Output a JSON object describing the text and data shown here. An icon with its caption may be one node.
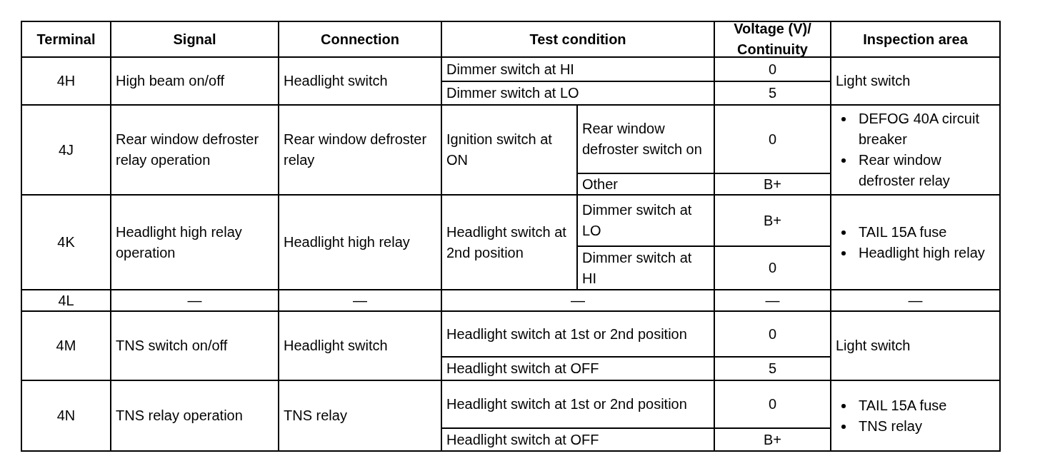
{
  "diagram": {
    "labels": [
      "Terminal",
      "Signal",
      "Connection",
      "Test condition",
      "Voltage (V)/ Continuity",
      "Inspection area",
      "4H",
      "High beam on/off",
      "Headlight switch",
      "Dimmer switch at HI",
      "0",
      "Light switch",
      "Dimmer switch at LO",
      "5",
      "4J",
      "Rear window defroster relay operation",
      "Rear window defroster relay",
      "Ignition switch at ON",
      "Rear window defroster switch on",
      "0",
      "DEFOG 40A circuit breaker",
      "Rear window defroster relay",
      "Other",
      "B+",
      "4K",
      "Headlight high relay operation",
      "Headlight high relay",
      "Headlight switch at 2nd position",
      "Dimmer switch at LO",
      "B+",
      "TAIL 15A fuse",
      "Headlight high relay",
      "Dimmer switch at HI",
      "0",
      "4L",
      "—",
      "—",
      "—",
      "—",
      "—",
      "4M",
      "TNS switch on/off",
      "Headlight switch",
      "Headlight switch at 1st or 2nd position",
      "0",
      "Light switch",
      "Headlight switch at OFF",
      "5",
      "4N",
      "TNS relay operation",
      "TNS relay",
      "Headlight switch at 1st or 2nd position",
      "0",
      "TAIL 15A fuse",
      "TNS relay",
      "Headlight switch at OFF",
      "B+"
    ]
  }
}
